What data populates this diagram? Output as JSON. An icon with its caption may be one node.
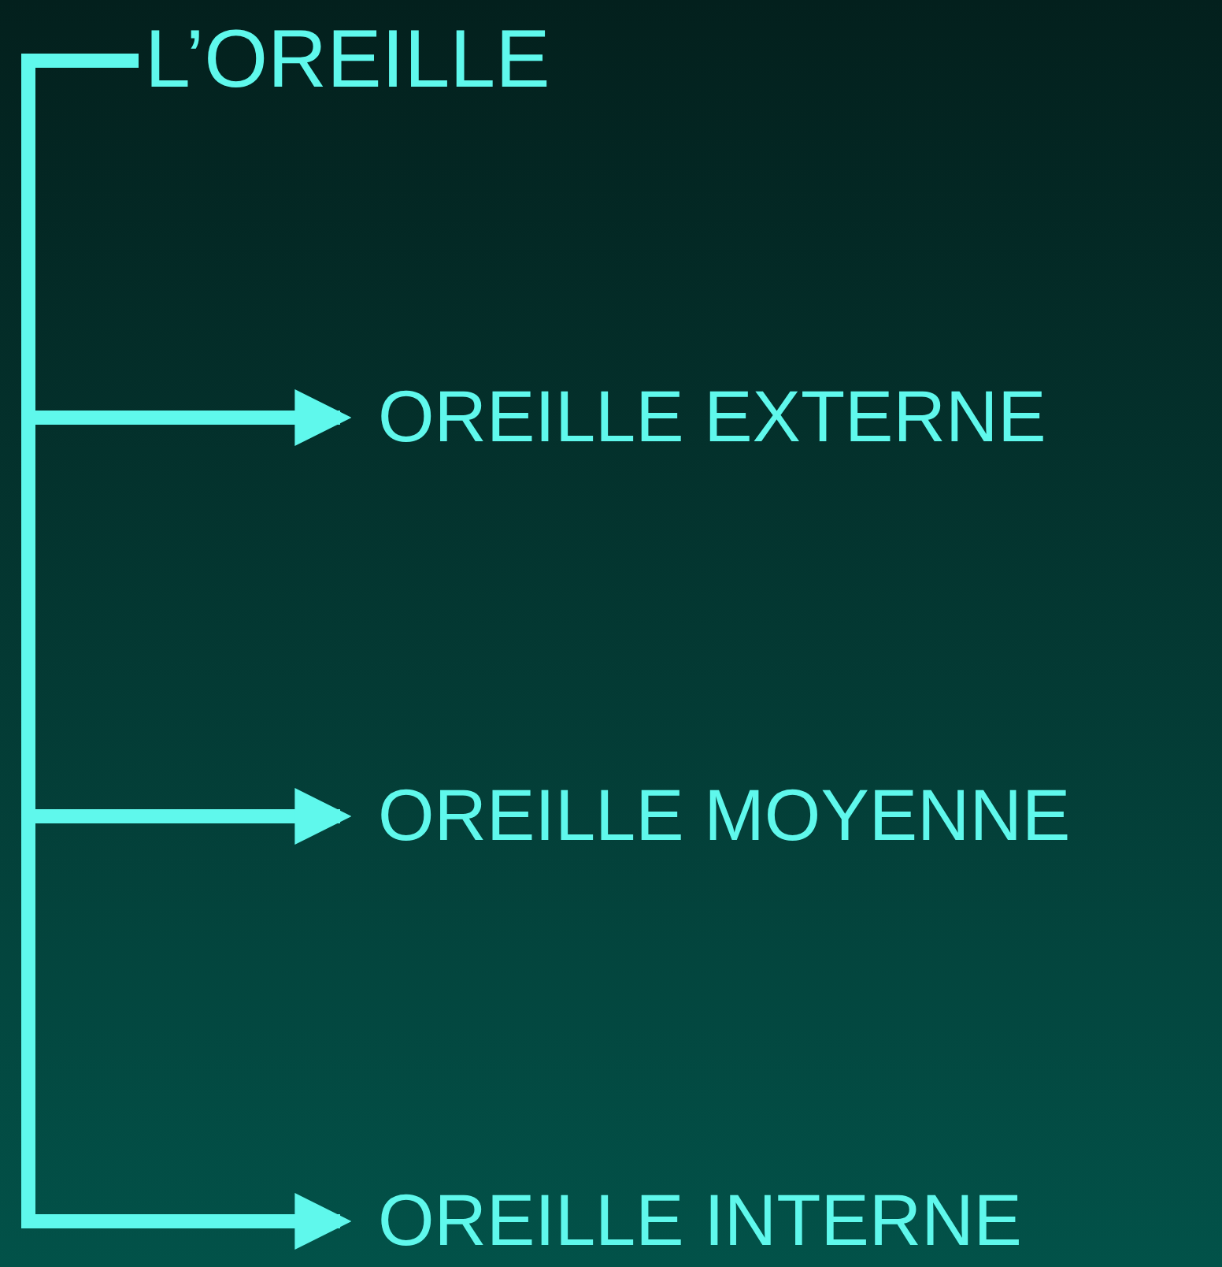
{
  "diagram": {
    "nodes": [
      {
        "text": [
          "L’OREILLE"
        ]
      },
      {
        "text": [
          "OREILLE EXTERNE"
        ]
      },
      {
        "text": [
          "OREILLE MOYENNE"
        ]
      },
      {
        "text": [
          "OREILLE INTERNE"
        ]
      }
    ],
    "edges": [
      {
        "from": 0,
        "to": 1,
        "arrow": "to"
      },
      {
        "from": 0,
        "to": 2,
        "arrow": "to"
      },
      {
        "from": 0,
        "to": 3,
        "arrow": "to"
      }
    ]
  }
}
